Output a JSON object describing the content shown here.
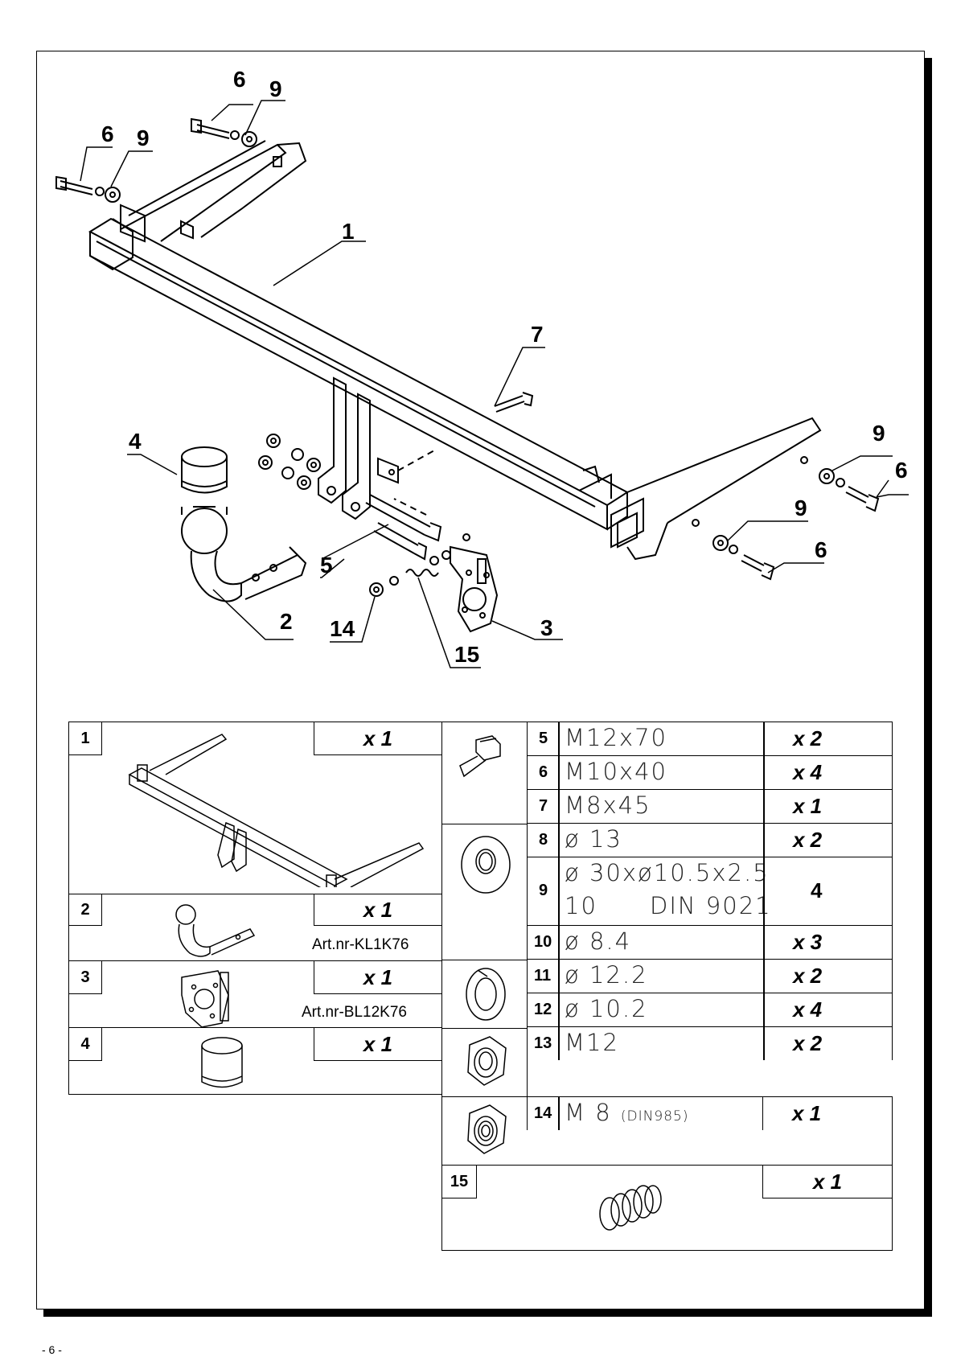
{
  "callouts": {
    "c1": "1",
    "c2": "2",
    "c3": "3",
    "c4": "4",
    "c5": "5",
    "c6a": "6",
    "c6b": "6",
    "c6c": "6",
    "c6d": "6",
    "c7": "7",
    "c9a": "9",
    "c9b": "9",
    "c9c": "9",
    "c9d": "9",
    "c14": "14",
    "c15": "15"
  },
  "parts_left": [
    {
      "num": "1",
      "qty": "x 1",
      "art": ""
    },
    {
      "num": "2",
      "qty": "x 1",
      "art": "Art.nr-KL1K76"
    },
    {
      "num": "3",
      "qty": "x 1",
      "art": "Art.nr-BL12K76"
    },
    {
      "num": "4",
      "qty": "x 1",
      "art": ""
    }
  ],
  "parts_right": [
    {
      "num": "5",
      "spec": "M12x70",
      "qty": "x 2"
    },
    {
      "num": "6",
      "spec": "M10x40",
      "qty": "x 4"
    },
    {
      "num": "7",
      "spec": "M8x45",
      "qty": "x 1"
    },
    {
      "num": "8",
      "spec": "ø 13",
      "qty": "x 2"
    },
    {
      "num": "9",
      "spec": "ø 30xø10.5x2.5",
      "spec2a": "10",
      "spec2b": "DIN 9021",
      "qty": "4"
    },
    {
      "num": "10",
      "spec": "ø 8.4",
      "qty": "x 3"
    },
    {
      "num": "11",
      "spec": "ø 12.2",
      "qty": "x 2"
    },
    {
      "num": "12",
      "spec": "ø 10.2",
      "qty": "x 4"
    },
    {
      "num": "13",
      "spec": "M12",
      "qty": "x 2"
    },
    {
      "num": "14",
      "spec": "M 8",
      "spec_small": "(DIN985)",
      "qty": "x 1"
    },
    {
      "num": "15",
      "spec": "",
      "qty": "x 1"
    }
  ],
  "page_number": "- 6 -"
}
